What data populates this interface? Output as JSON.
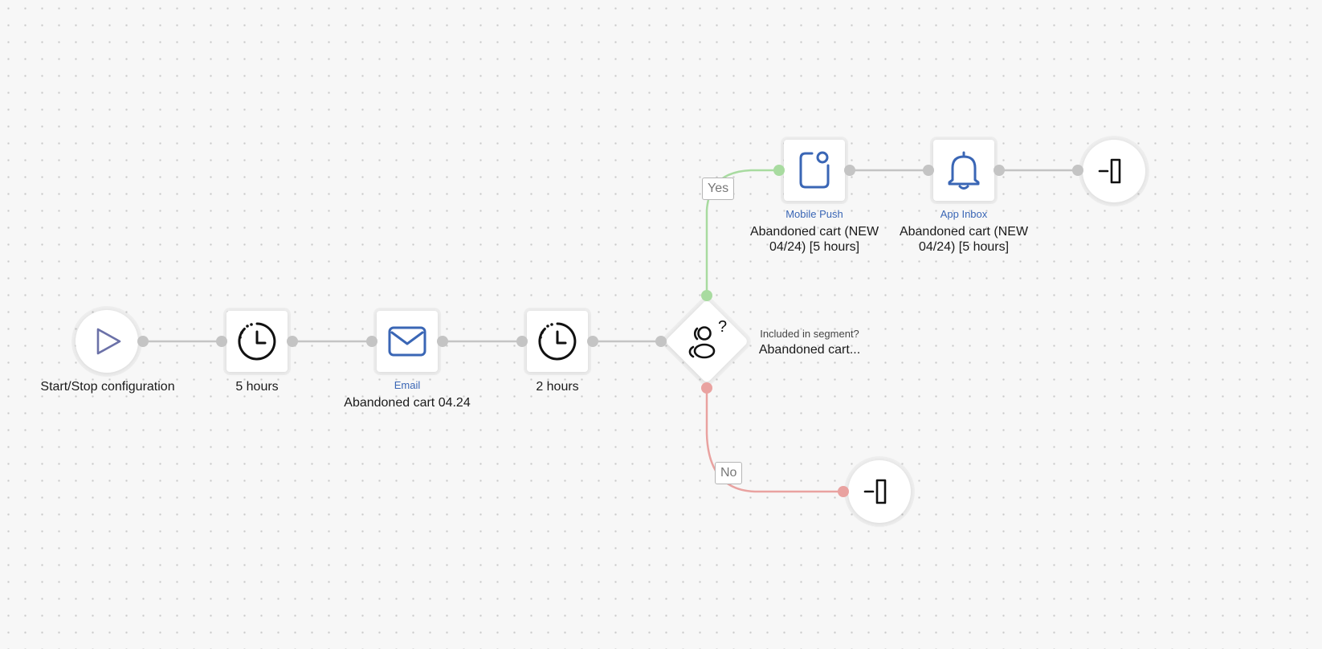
{
  "flow": {
    "start": {
      "label": "Start/Stop configuration",
      "icon": "play-icon"
    },
    "wait1": {
      "label": "5 hours",
      "icon": "timer-icon"
    },
    "email": {
      "type": "Email",
      "label": "Abandoned cart 04.24",
      "icon": "mail-icon"
    },
    "wait2": {
      "label": "2 hours",
      "icon": "timer-icon"
    },
    "condition": {
      "question": "Included in segment?",
      "label": "Abandoned cart...",
      "icon": "segment-question-icon"
    },
    "yes_label": "Yes",
    "no_label": "No",
    "mobile_push": {
      "type": "Mobile Push",
      "label_line1": "Abandoned cart (NEW",
      "label_line2": "04/24) [5 hours]",
      "icon": "mobile-push-icon"
    },
    "app_inbox": {
      "type": "App Inbox",
      "label_line1": "Abandoned cart (NEW",
      "label_line2": "04/24) [5 hours]",
      "icon": "bell-icon"
    },
    "exit_yes": {
      "icon": "exit-icon"
    },
    "exit_no": {
      "icon": "exit-icon"
    }
  },
  "colors": {
    "connector": "#c4c4c4",
    "yes_branch": "#a8dba0",
    "no_branch": "#e9a2a0",
    "channel_icon": "#3a66b5",
    "play_icon": "#6b71a8"
  }
}
